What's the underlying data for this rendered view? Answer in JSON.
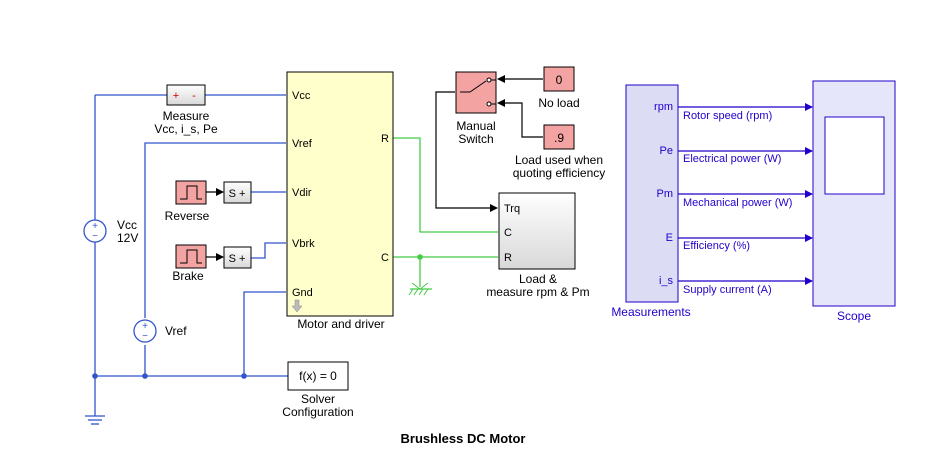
{
  "diagram": {
    "title": "Brushless DC Motor",
    "blocks": {
      "measure": {
        "sign_plus": "+",
        "sign_minus": "-",
        "label_line1": "Measure",
        "label_line2": "Vcc, i_s, Pe"
      },
      "vcc_source": {
        "label_line1": "Vcc",
        "label_line2": "12V"
      },
      "vref_source": {
        "label": "Vref"
      },
      "reverse": {
        "label": "Reverse"
      },
      "brake": {
        "label": "Brake"
      },
      "s_plus_1": {
        "label": "S +"
      },
      "s_plus_2": {
        "label": "S +"
      },
      "motor_driver": {
        "label": "Motor and driver",
        "ports_left": [
          "Vcc",
          "Vref",
          "Vdir",
          "Vbrk",
          "Gnd"
        ],
        "ports_right": [
          "R",
          "C"
        ]
      },
      "manual_switch": {
        "label_line1": "Manual",
        "label_line2": "Switch"
      },
      "no_load": {
        "value": "0",
        "label": "No load"
      },
      "load_efficiency": {
        "value": ".9",
        "label_line1": "Load used when",
        "label_line2": "quoting efficiency"
      },
      "load_measure": {
        "ports": [
          "Trq",
          "C",
          "R"
        ],
        "label_line1": "Load &",
        "label_line2": "measure rpm & Pm"
      },
      "solver": {
        "expr": "f(x) = 0",
        "label_line1": "Solver",
        "label_line2": "Configuration"
      },
      "measurements": {
        "label": "Measurements",
        "ports": [
          "rpm",
          "Pe",
          "Pm",
          "E",
          "i_s"
        ]
      },
      "scope": {
        "label": "Scope"
      }
    },
    "signals": [
      "Rotor speed (rpm)",
      "Electrical power (W)",
      "Mechanical power (W)",
      "Efficiency (%)",
      "Supply current (A)"
    ],
    "colors": {
      "electrical_wire": "#3355cc",
      "mechanical_wire": "#44cc44",
      "signal_wire": "#2200cc",
      "motor_block_fill": "#ffffcc",
      "constant_fill": "#f4a3a3",
      "measurements_fill": "#dcdcf5",
      "scope_fill": "#e6e6fa"
    }
  }
}
